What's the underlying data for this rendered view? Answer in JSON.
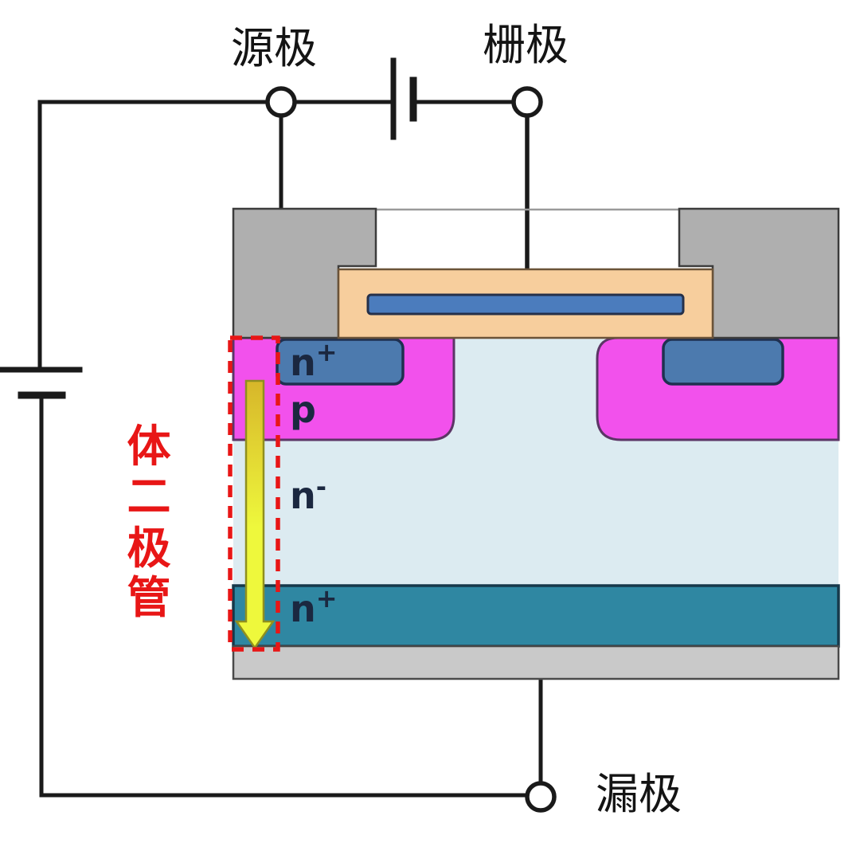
{
  "diagram": {
    "kind": "power-mosfet-cross-section-with-body-diode",
    "terminals": {
      "source": "源极",
      "gate": "栅极",
      "drain": "漏极"
    },
    "body_diode": {
      "label": "体二极管",
      "chars": [
        "体",
        "二",
        "极",
        "管"
      ]
    },
    "regions": {
      "source_n_plus": {
        "base": "n",
        "sup": "+"
      },
      "p_body": {
        "base": "p",
        "sup": ""
      },
      "drift_n_minus": {
        "base": "n",
        "sup": "-"
      },
      "substrate_n_plus": {
        "base": "n",
        "sup": "+"
      }
    },
    "colors": {
      "wire_black": "#1A1A1A",
      "metal_top": "#AFAFAF",
      "metal_bottom": "#C9C9C9",
      "gate_oxide": "#F7CE9D",
      "gate_electrode": "#4B7CBD",
      "n_plus_region": "#4C7AAE",
      "p_region": "#F251EC",
      "n_drift": "#DCEBF1",
      "n_substrate": "#2F87A2",
      "annotation_red": "#E81616",
      "arrow_yellow_top": "#D7B62A",
      "arrow_yellow_bottom": "#EEF83C"
    }
  }
}
